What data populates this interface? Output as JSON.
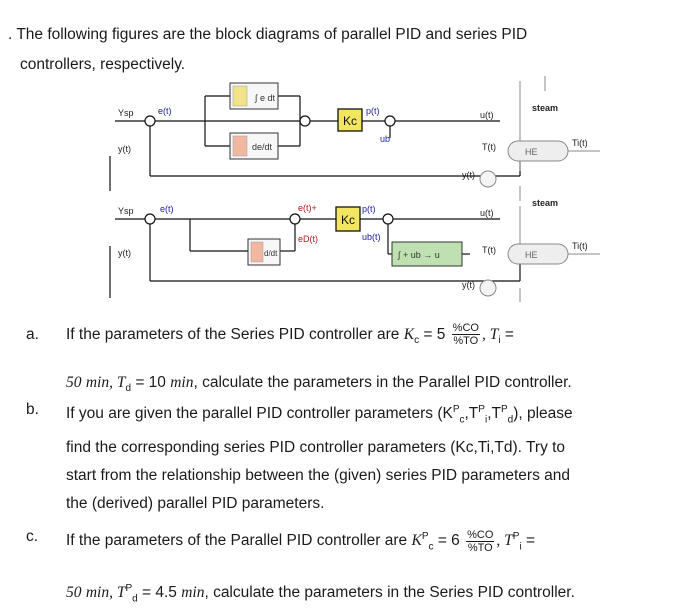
{
  "intro": {
    "line1": ". The following figures are the block diagrams of parallel PID and series PID",
    "line2": "controllers, respectively."
  },
  "diagram1": {
    "ysp": "Ysp",
    "e": "e(t)",
    "y": "y(t)",
    "p": "p(t)",
    "ub": "ub",
    "kc": "Kc",
    "u": "u(t)",
    "steam": "steam",
    "T": "T(t)",
    "he": "HE",
    "Ti": "Ti(t)",
    "yt": "y(t)"
  },
  "diagram2": {
    "ysp": "Ysp",
    "e": "e(t)",
    "y": "y(t)",
    "eplus": "e(t)+",
    "ed": "eD(t)",
    "p": "p(t)",
    "ub": "ub(t)",
    "kc": "Kc",
    "u": "u(t)",
    "steam": "steam",
    "T": "T(t)",
    "he": "HE",
    "Ti": "Ti(t)",
    "yt": "y(t)"
  },
  "questions": {
    "a": {
      "label": "a.",
      "text1": "If the parameters of the Series PID controller are",
      "kc": "K",
      "kc_sub": "c",
      "eq5": "= 5",
      "frac_num": "%CO",
      "frac_den": "%TO",
      "ti": ", T",
      "ti_sub": "i",
      "eq": "=",
      "line2a": "50",
      "min1": "min",
      "td": ", T",
      "td_sub": "d",
      "eq10": "= 10",
      "min2": "min",
      "tail": ", calculate the parameters in the Parallel PID controller."
    },
    "b": {
      "label": "b.",
      "line1a": "If you are given the parallel PID controller parameters (K",
      "sup_p": "P",
      "sub_c": "c",
      "comma1": ",T",
      "sub_i": "i",
      "comma2": ",T",
      "sub_d": "d",
      "line1b": "), please",
      "line2": "find the corresponding series PID controller parameters (Kc,Ti,Td). Try to",
      "line3": "start from the relationship between the (given) series PID parameters and",
      "line4": "the (derived) parallel PID parameters."
    },
    "c": {
      "label": "c.",
      "text1": "If the parameters of the Parallel PID controller are",
      "kc": "K",
      "sup": "P",
      "sub": "c",
      "eq6": "= 6",
      "frac_num": "%CO",
      "frac_den": "%TO",
      "ti": ", T",
      "ti_sub": "i",
      "eq": "=",
      "line2a": "50",
      "min1": "min",
      "td": ", T",
      "td_sub": "d",
      "eq45": "= 4.5",
      "min2": "min",
      "tail": ", calculate the parameters in the Series PID controller."
    }
  }
}
